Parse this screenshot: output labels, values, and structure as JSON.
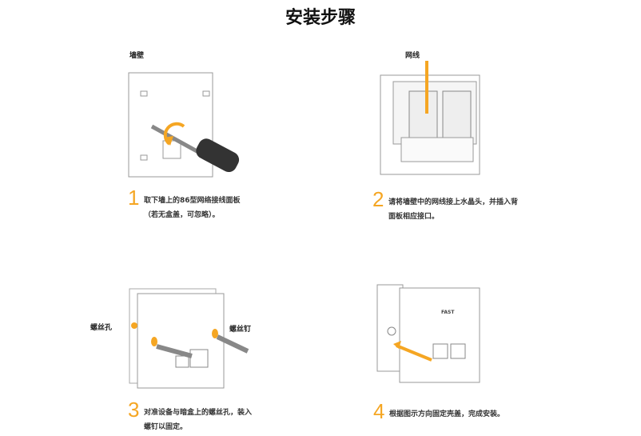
{
  "title": "安装步骤",
  "steps": [
    {
      "number": "1",
      "line1": "取下墙上的86型网络接线面板",
      "line2": "（若无盒盖，可忽略）。",
      "label": "墙壁"
    },
    {
      "number": "2",
      "line1": "请将墙壁中的网线接上水晶头，并插入背",
      "line2": "面板相应接口。",
      "label": "网线"
    },
    {
      "number": "3",
      "line1": "对准设备与暗盒上的螺丝孔，装入",
      "line2": "螺钉以固定。",
      "label_left": "螺丝孔",
      "label_right": "螺丝钉"
    },
    {
      "number": "4",
      "line1": "根据图示方向固定壳盖，完成安装。",
      "line2": "",
      "brand": "FAST"
    }
  ],
  "colors": {
    "accent": "#f5a623"
  }
}
